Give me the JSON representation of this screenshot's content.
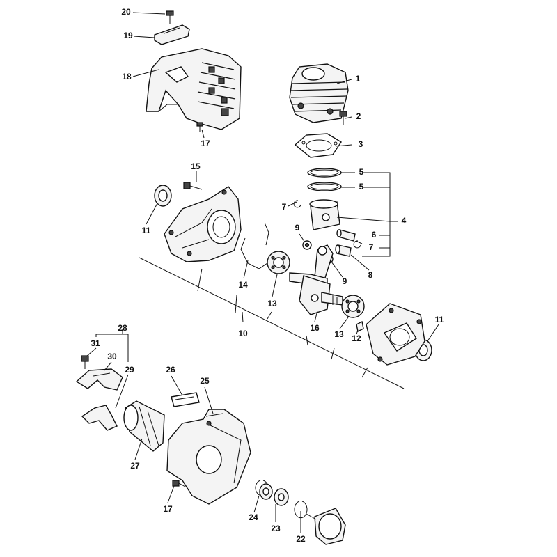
{
  "diagram": {
    "labels": {
      "l1": "1",
      "l2": "2",
      "l3": "3",
      "l4": "4",
      "l5a": "5",
      "l5b": "5",
      "l6": "6",
      "l7a": "7",
      "l7b": "7",
      "l8": "8",
      "l9a": "9",
      "l9b": "9",
      "l10": "10",
      "l11a": "11",
      "l11b": "11",
      "l12": "12",
      "l13a": "13",
      "l13b": "13",
      "l14": "14",
      "l15": "15",
      "l16": "16",
      "l17a": "17",
      "l17b": "17",
      "l18": "18",
      "l19": "19",
      "l20": "20",
      "l22": "22",
      "l23": "23",
      "l24": "24",
      "l25": "25",
      "l26": "26",
      "l27": "27",
      "l28": "28",
      "l29": "29",
      "l30": "30",
      "l31": "31"
    }
  }
}
